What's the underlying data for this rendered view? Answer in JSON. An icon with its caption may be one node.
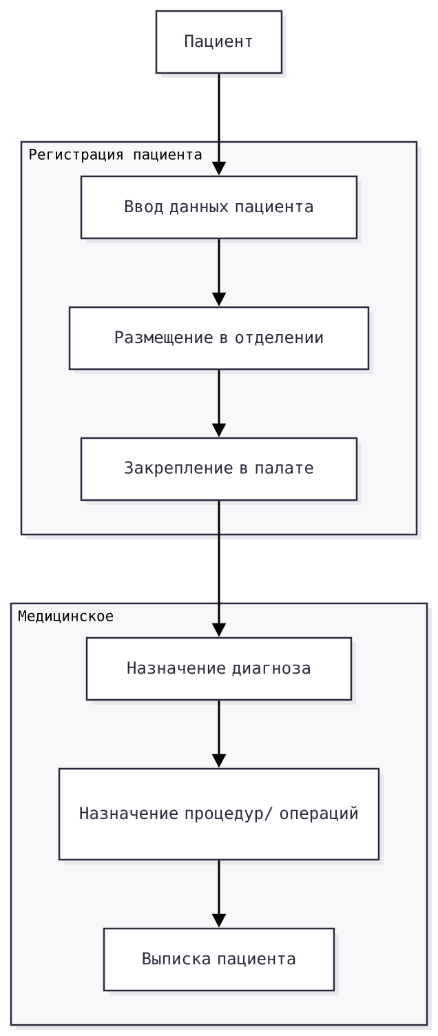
{
  "diagram": {
    "nodes": [
      {
        "text": [
          "Пациент"
        ]
      },
      {
        "text": [
          "Регистрация пациента"
        ]
      },
      {
        "text": [
          "Ввод данных пациента"
        ],
        "in": 1
      },
      {
        "text": [
          "Размещение в отделении"
        ],
        "in": 1
      },
      {
        "text": [
          "Закрепление в палате"
        ],
        "in": 1
      },
      {
        "text": [
          "Медицинское"
        ]
      },
      {
        "text": [
          "Назначение диагноза"
        ],
        "in": 5
      },
      {
        "text": [
          "Назначение процедур/ операций"
        ],
        "in": 5
      },
      {
        "text": [
          "Выписка пациента"
        ],
        "in": 5
      }
    ],
    "edges": [
      {
        "from": 0,
        "to": 2,
        "arrow": "to"
      },
      {
        "from": 2,
        "to": 3,
        "arrow": "to"
      },
      {
        "from": 3,
        "to": 4,
        "arrow": "to"
      },
      {
        "from": 4,
        "to": 6,
        "arrow": "to"
      },
      {
        "from": 6,
        "to": 7,
        "arrow": "to"
      },
      {
        "from": 7,
        "to": 8,
        "arrow": "to"
      }
    ]
  }
}
